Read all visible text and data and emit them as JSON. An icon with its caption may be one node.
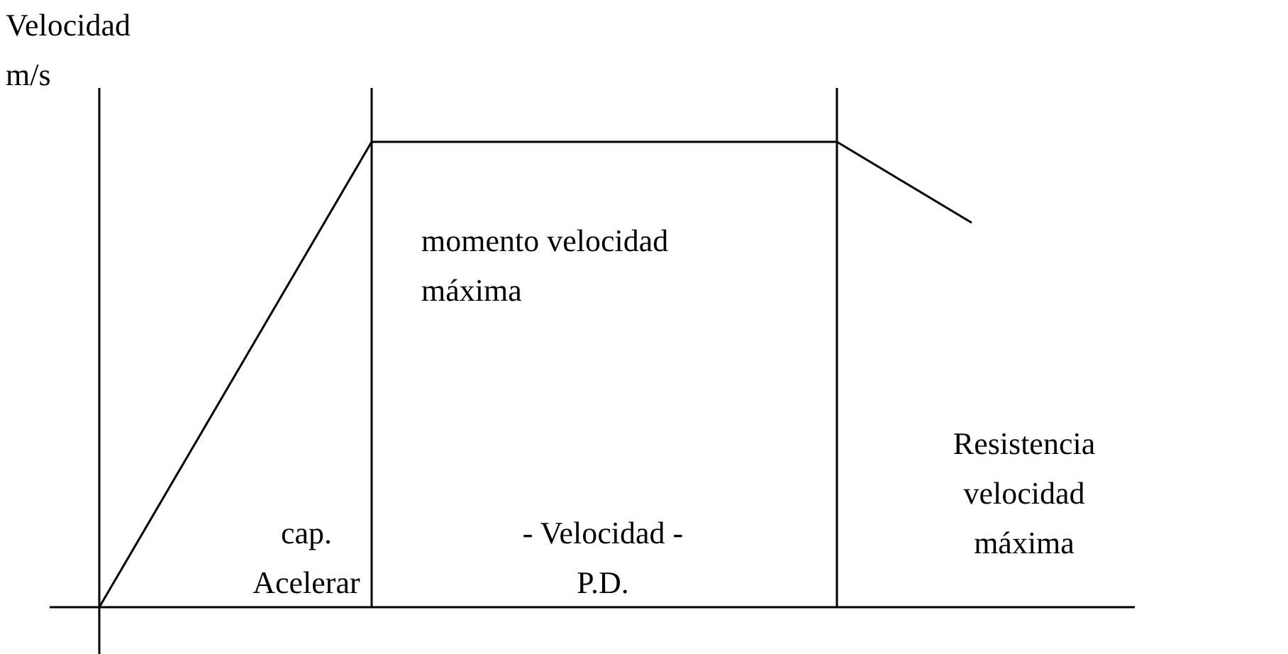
{
  "diagram": {
    "labels": [
      "Velocidad m/s",
      "momento velocidad máxima",
      "cap. Acelerar",
      "- Velocidad - P.D.",
      "Resistencia velocidad máxima"
    ]
  }
}
